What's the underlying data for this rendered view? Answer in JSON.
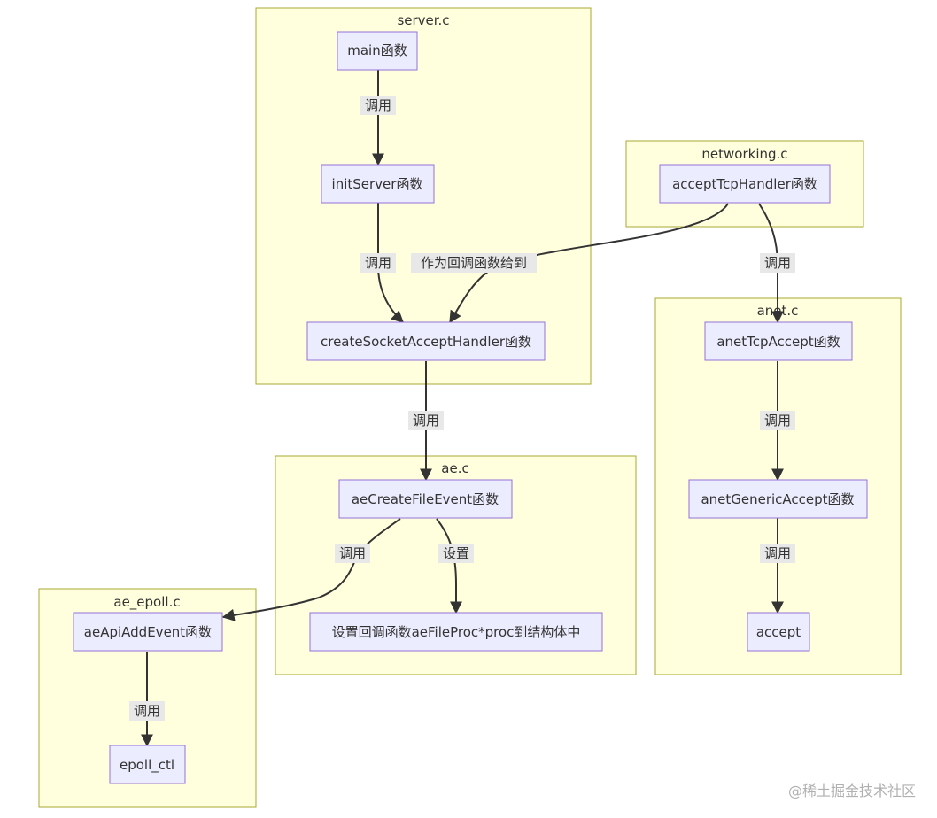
{
  "clusters": {
    "server": "server.c",
    "networking": "networking.c",
    "anet": "anet.c",
    "ae": "ae.c",
    "ae_epoll": "ae_epoll.c"
  },
  "nodes": {
    "main": "main函数",
    "initServer": "initServer函数",
    "createSocketAcceptHandler": "createSocketAcceptHandler函数",
    "acceptTcpHandler": "acceptTcpHandler函数",
    "anetTcpAccept": "anetTcpAccept函数",
    "anetGenericAccept": "anetGenericAccept函数",
    "accept": "accept",
    "aeCreateFileEvent": "aeCreateFileEvent函数",
    "setProc": "设置回调函数aeFileProc*proc到结构体中",
    "aeApiAddEvent": "aeApiAddEvent函数",
    "epoll_ctl": "epoll_ctl"
  },
  "edges": {
    "main_initServer": "调用",
    "initServer_createSocket": "调用",
    "acceptTcp_createSocket": "作为回调函数给到",
    "acceptTcp_anetTcpAccept": "调用",
    "anetTcp_anetGeneric": "调用",
    "anetGeneric_accept": "调用",
    "createSocket_aeCreate": "调用",
    "aeCreate_aeApiAdd": "调用",
    "aeCreate_setProc": "设置",
    "aeApiAdd_epoll": "调用"
  },
  "watermark": "@稀土掘金技术社区"
}
